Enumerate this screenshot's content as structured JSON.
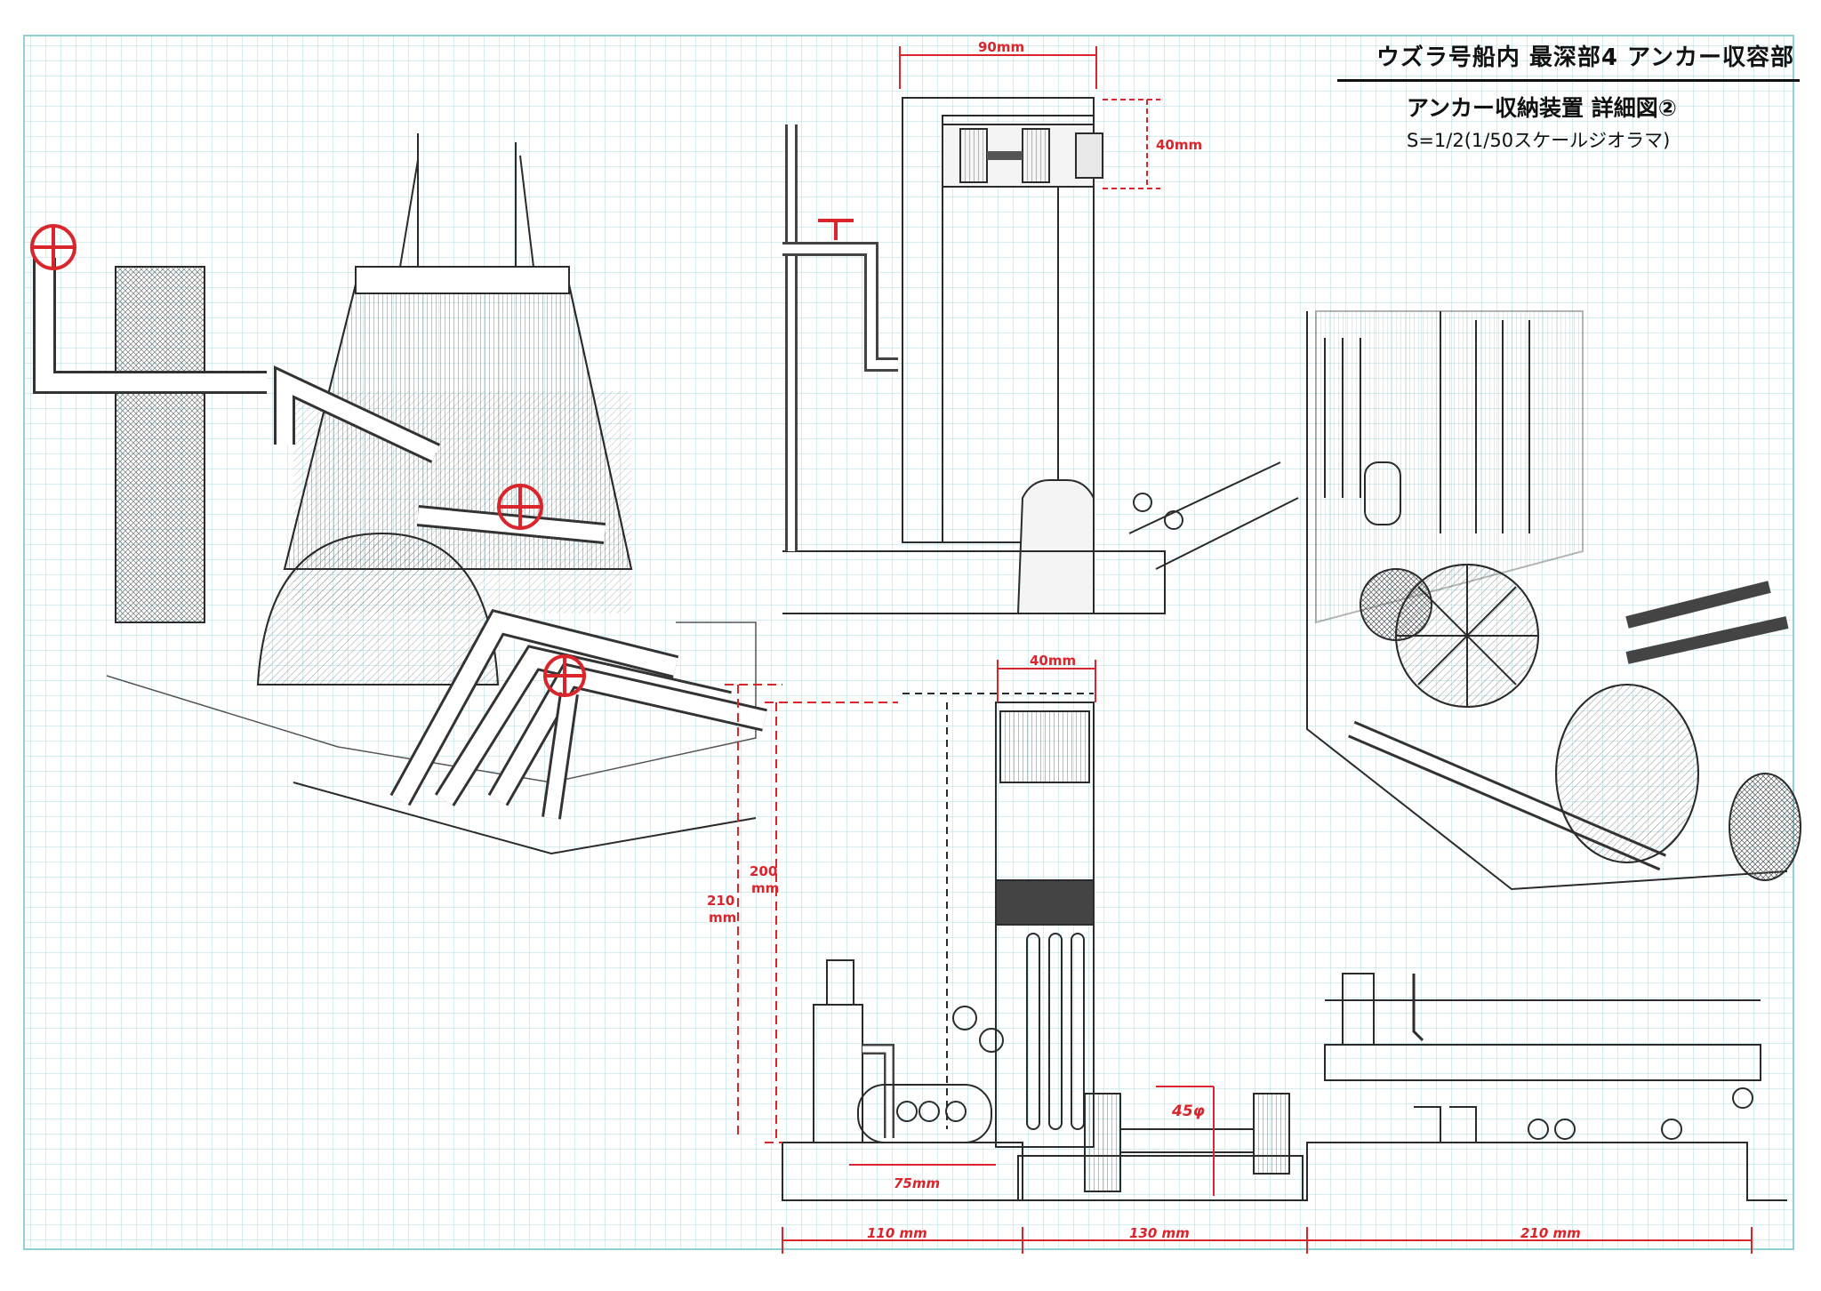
{
  "title": {
    "main": "ウズラ号船内 最深部4 アンカー収容部",
    "sub": "アンカー収納装置  詳細図②",
    "scale": "S=1/2(1/50スケールジオラマ)"
  },
  "dimensions": {
    "top_width": "90mm",
    "top_height": "40mm",
    "bottom_top_width": "40mm",
    "height_200": "200",
    "height_200_unit": "mm",
    "height_210": "210",
    "height_210_unit": "mm",
    "pipe_dia": "45φ",
    "offset_75": "75mm",
    "width_110": "110 mm",
    "width_130": "130 mm",
    "width_210": "210 mm"
  },
  "colors": {
    "grid": "#a9dde0",
    "grid_major": "#8fd0d4",
    "pencil": "#2b2b2b",
    "dimension_red": "#d9252b",
    "valve_red": "#d9252b"
  }
}
